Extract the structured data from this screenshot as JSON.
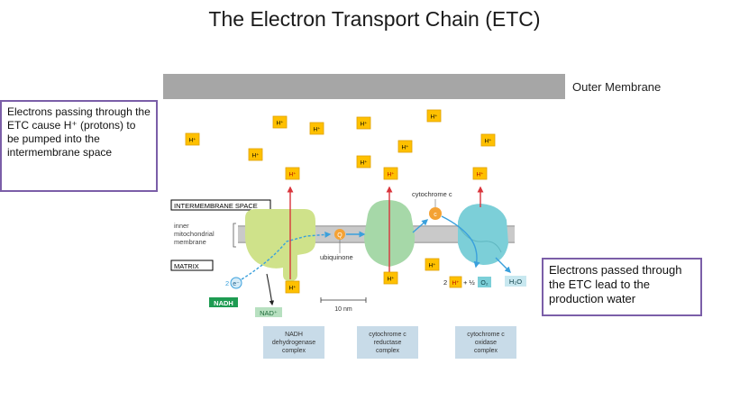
{
  "title": "The Electron Transport Chain (ETC)",
  "callouts": {
    "left": "Electrons passing through the ETC cause H⁺ (protons) to be pumped into the intermembrane space",
    "right": "Electrons passed through the ETC lead to the production water"
  },
  "labels": {
    "outer_membrane": "Outer Membrane",
    "intermembrane_space": "INTERMEMBRANE SPACE",
    "inner_membrane_1": "inner",
    "inner_membrane_2": "mitochondrial",
    "inner_membrane_3": "membrane",
    "matrix": "MATRIX",
    "ubiquinone": "ubiquinone",
    "cytochrome_c": "cytochrome c",
    "scale": "10 nm",
    "two_e": "2",
    "e_minus": "e⁻",
    "nadh": "NADH",
    "nad_plus": "NAD⁺",
    "q": "Q",
    "c": "c",
    "h_plus": "H⁺",
    "reaction_2": "2",
    "reaction_plus": "+ ½",
    "o2": "O₂",
    "h2o": "H₂O"
  },
  "complexes": [
    {
      "line1": "NADH",
      "line2": "dehydrogenase",
      "line3": "complex"
    },
    {
      "line1": "cytochrome c",
      "line2": "reductase",
      "line3": "complex"
    },
    {
      "line1": "cytochrome c",
      "line2": "oxidase",
      "line3": "complex"
    }
  ],
  "colors": {
    "outer_membrane": "#a6a6a6",
    "inner_membrane": "#c9c9c9",
    "complex1": "#cfe28a",
    "complex3": "#a6d8a8",
    "complex4": "#7ccfd8",
    "proton_fill": "#ffc000",
    "proton_stroke": "#e0a000",
    "arrow_red": "#d9343b",
    "arrow_blue": "#3aa0dc",
    "nadh_green": "#1e9b52",
    "carrier_orange": "#f4a234",
    "complex_label_bg": "#c8dbe8",
    "callout_border": "#7b5ea8"
  }
}
